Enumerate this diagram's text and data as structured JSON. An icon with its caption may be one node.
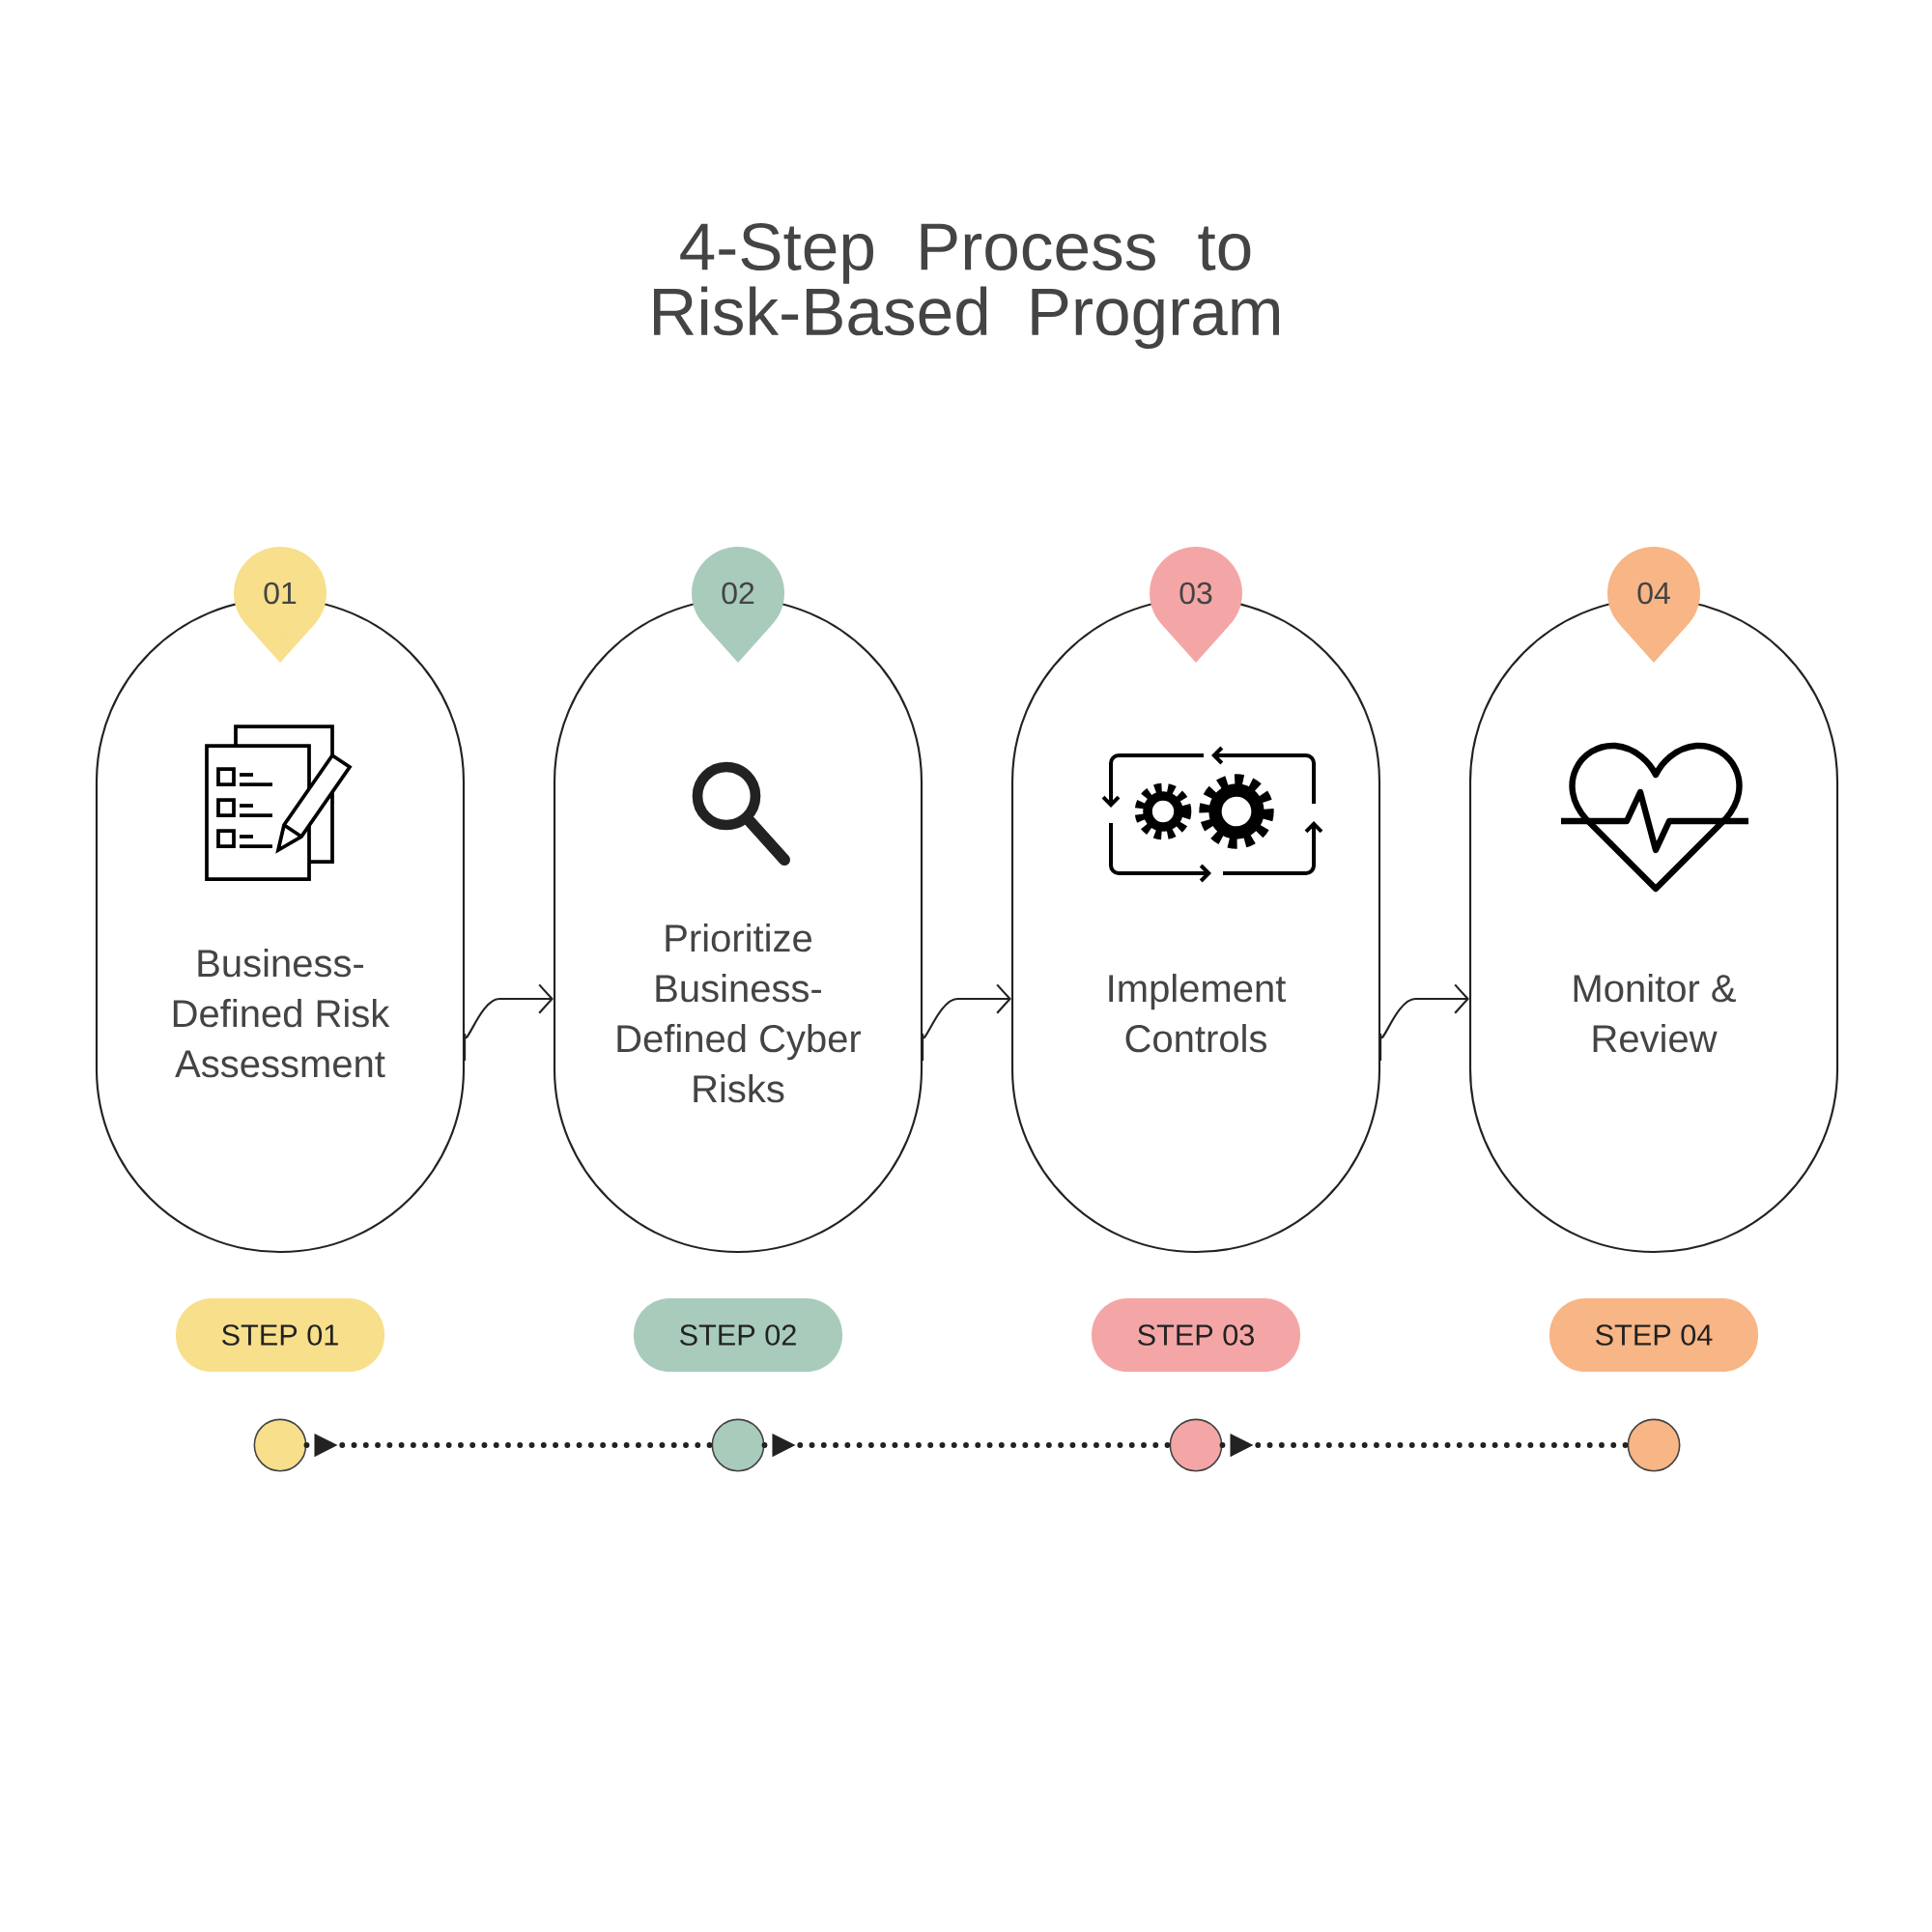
{
  "diagram": {
    "title": "4-Step Process to Risk-Based Program",
    "nodes": [
      {
        "text": [
          "Business-Defined Risk Assessment"
        ]
      },
      {
        "text": [
          "Prioritize Business-Defined Cyber Risks"
        ]
      },
      {
        "text": [
          "Implement Controls"
        ]
      },
      {
        "text": [
          "Monitor & Review"
        ]
      },
      {
        "text": [
          "01"
        ]
      },
      {
        "text": [
          "02"
        ]
      },
      {
        "text": [
          "03"
        ]
      },
      {
        "text": [
          "04"
        ]
      },
      {
        "text": [
          "STEP 01"
        ]
      },
      {
        "text": [
          "STEP 02"
        ]
      },
      {
        "text": [
          "STEP 03"
        ]
      },
      {
        "text": [
          "STEP 04"
        ]
      },
      {
        "text": [],
        "shape": "circle"
      },
      {
        "text": [],
        "shape": "circle"
      },
      {
        "text": [],
        "shape": "circle"
      },
      {
        "text": [],
        "shape": "circle"
      }
    ],
    "edges": [
      {
        "from": 0,
        "to": 1,
        "arrow": "to"
      },
      {
        "from": 1,
        "to": 2,
        "arrow": "to"
      },
      {
        "from": 2,
        "to": 3,
        "arrow": "to"
      },
      {
        "from": 12,
        "to": 13,
        "arrow": "to",
        "style": "dashed"
      },
      {
        "from": 13,
        "to": 14,
        "arrow": "to",
        "style": "dashed"
      },
      {
        "from": 14,
        "to": 15,
        "arrow": "to",
        "style": "dashed"
      }
    ]
  }
}
